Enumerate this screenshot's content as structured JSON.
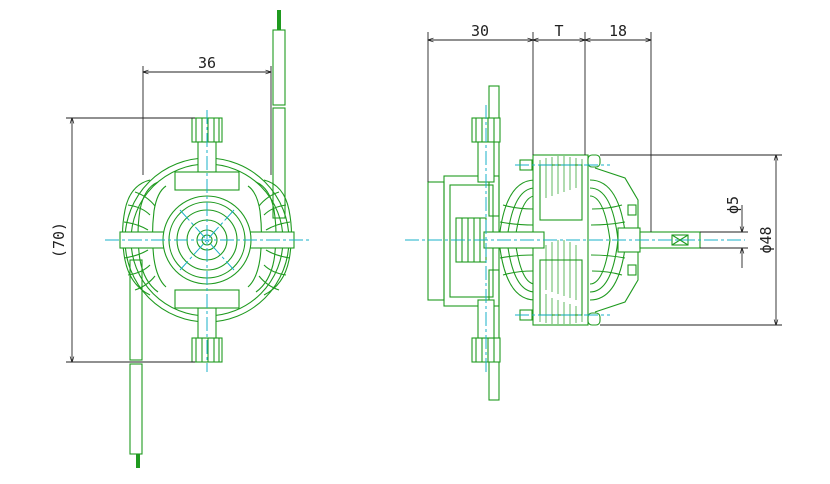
{
  "front_view": {
    "width_dim": "36",
    "height_dim": "(70)"
  },
  "side_view": {
    "dim_left": "30",
    "dim_middle": "T",
    "dim_right": "18",
    "shaft_dia": "ϕ5",
    "body_dia": "ϕ48"
  },
  "colors": {
    "line": "#1f9a1f",
    "centerline": "#19b0c8",
    "dimension": "#222222"
  }
}
